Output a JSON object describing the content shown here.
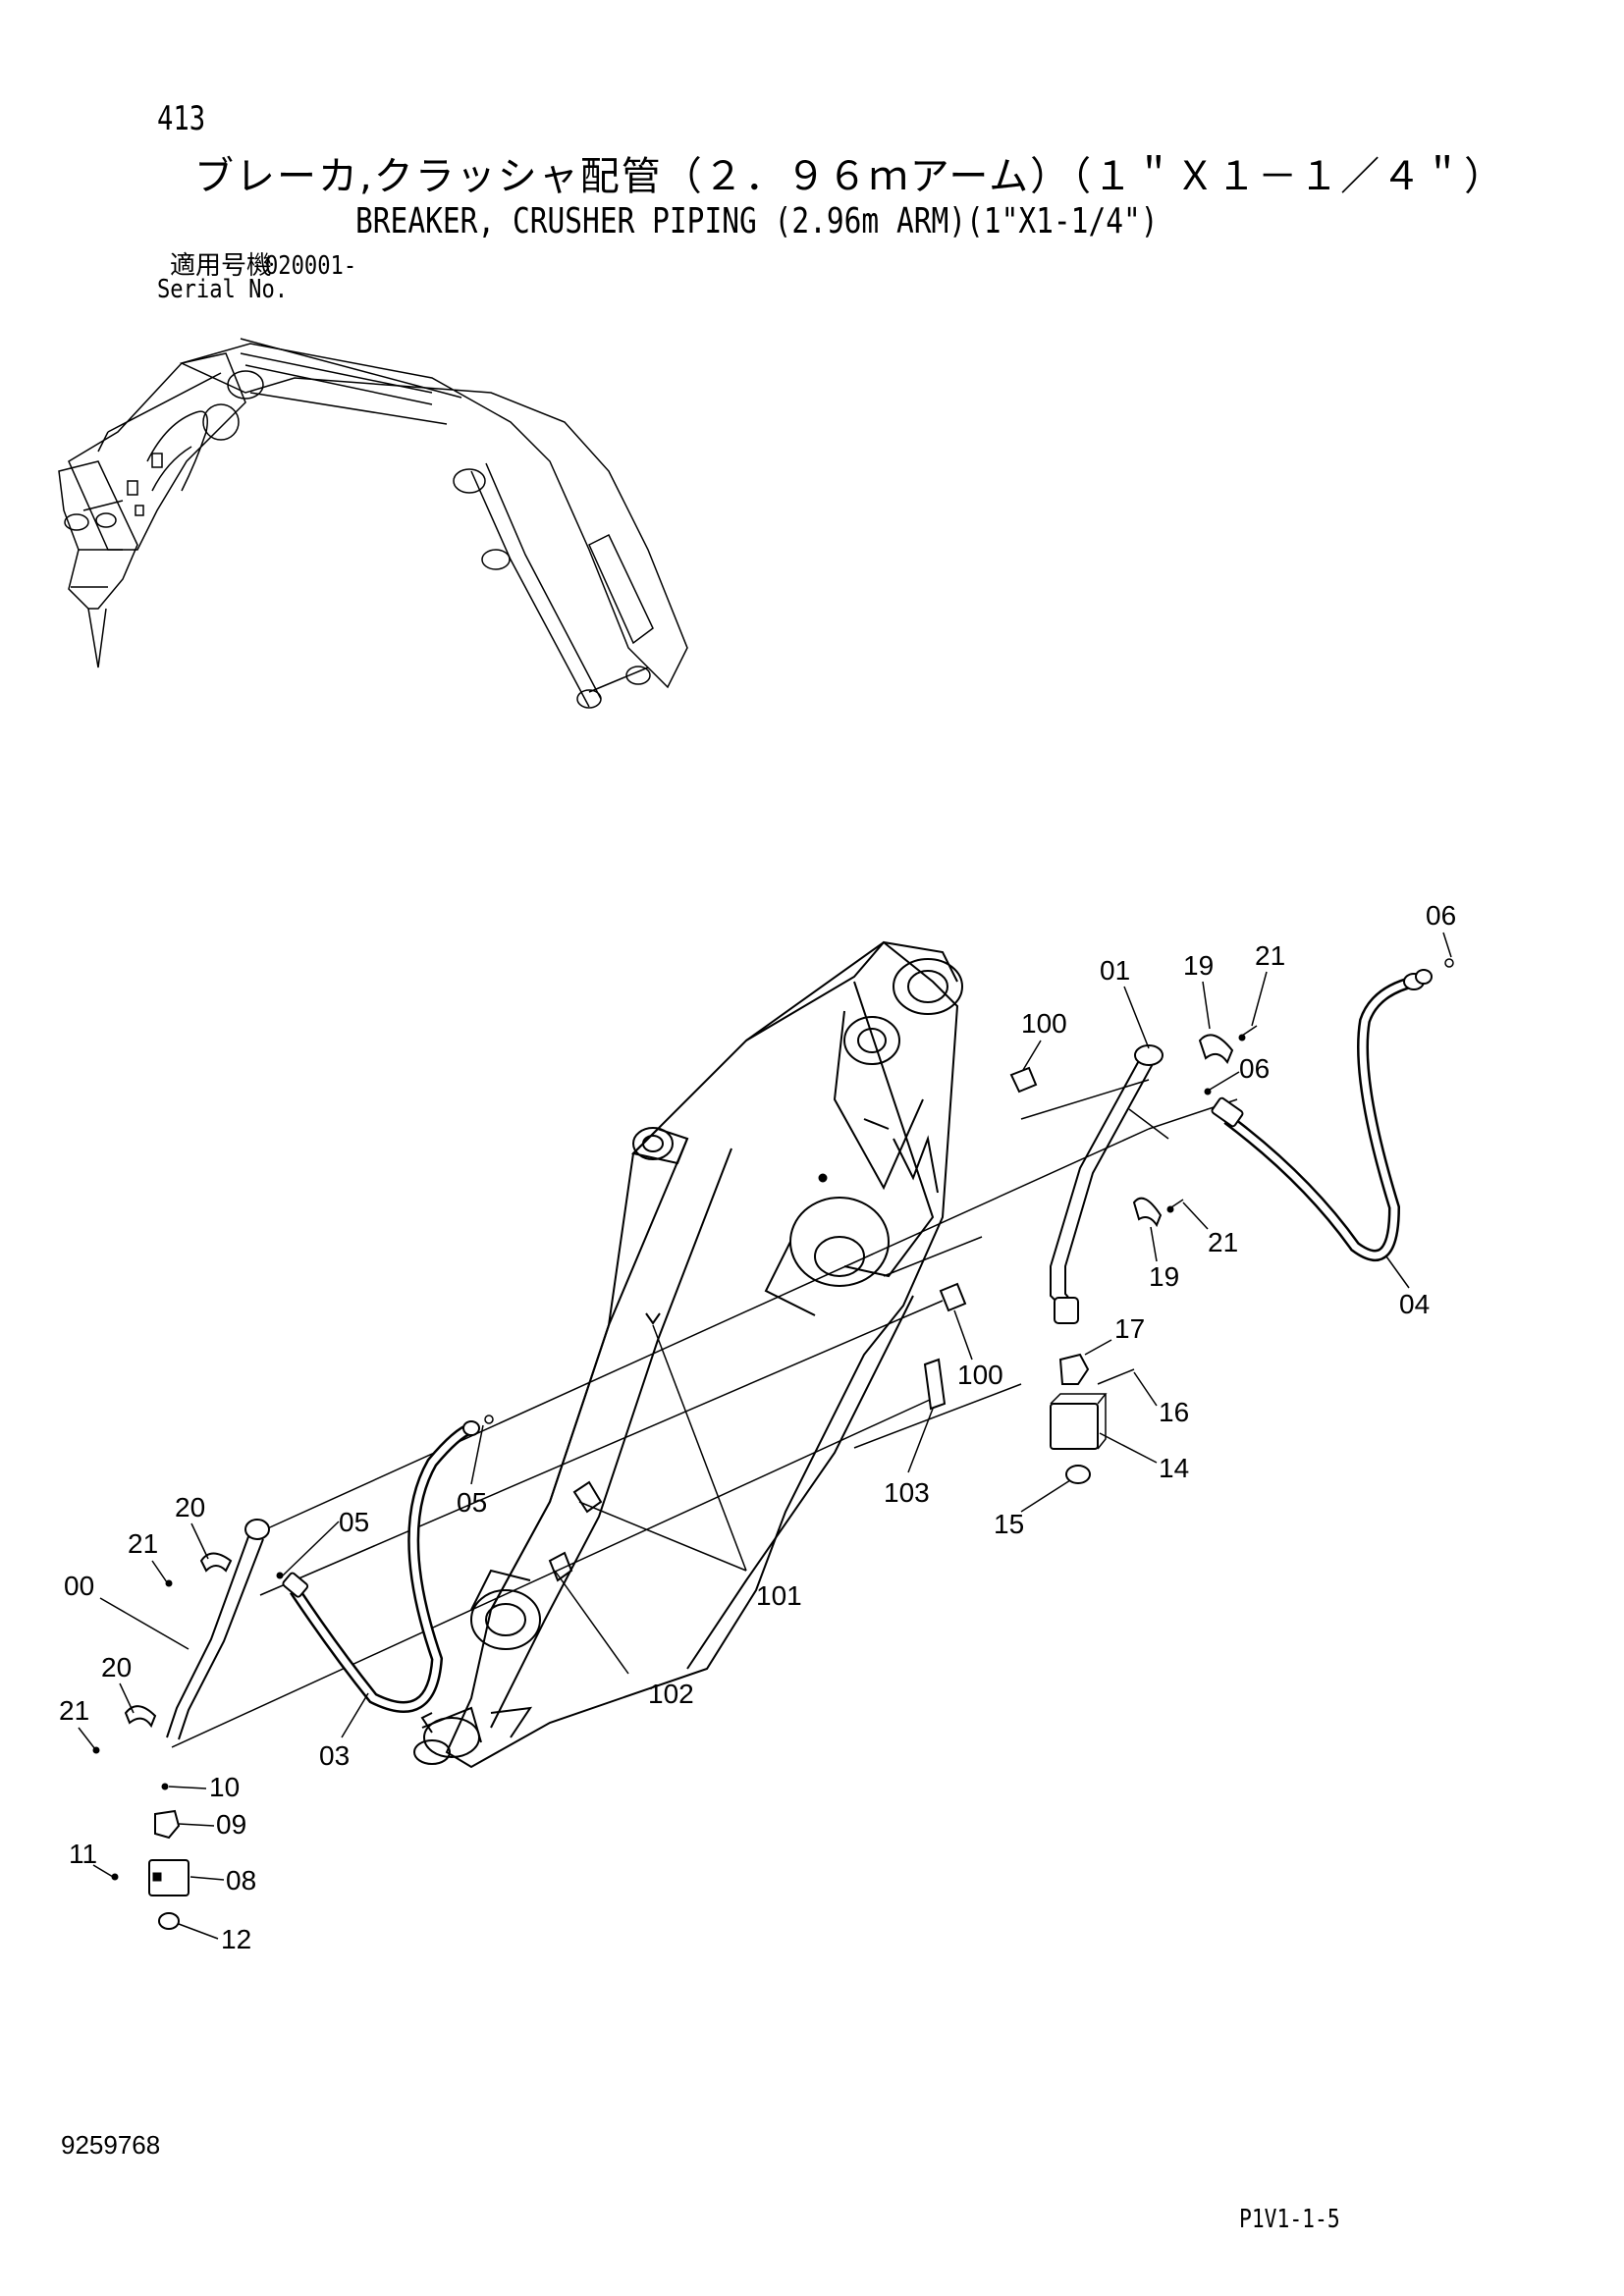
{
  "header": {
    "page_number": "413",
    "title_jp": "ブレーカ,クラッシャ配管（２．９６ｍアーム）（１＂Ｘ１－１／４＂）",
    "title_en": "BREAKER, CRUSHER PIPING (2.96m ARM)(1\"X1-1/4\")",
    "serial_label_jp": "適用号機",
    "serial_value": "020001-",
    "serial_label_en": "Serial No."
  },
  "callouts": [
    "00",
    "01",
    "03",
    "04",
    "05",
    "05",
    "06",
    "06",
    "08",
    "09",
    "10",
    "11",
    "12",
    "14",
    "15",
    "16",
    "17",
    "19",
    "19",
    "20",
    "20",
    "21",
    "21",
    "21",
    "21",
    "100",
    "100",
    "101",
    "102",
    "103"
  ],
  "footer": {
    "document_number": "9259768",
    "page_code": "P1V1-1-5"
  }
}
